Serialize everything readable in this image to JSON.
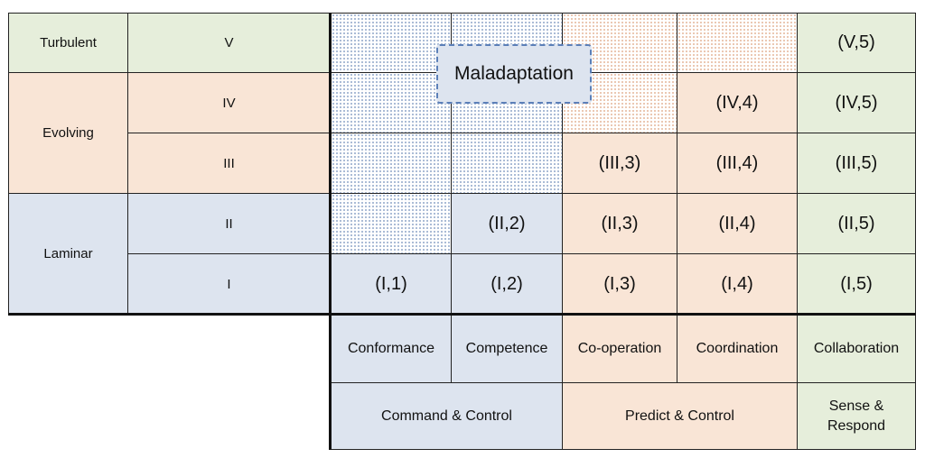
{
  "rows": {
    "turbulent": "Turbulent",
    "evolving": "Evolving",
    "laminar": "Laminar",
    "v": "V",
    "iv": "IV",
    "iii": "III",
    "ii": "II",
    "i": "I"
  },
  "cells": {
    "v5": "(V,5)",
    "iv4": "(IV,4)",
    "iv5": "(IV,5)",
    "iii3": "(III,3)",
    "iii4": "(III,4)",
    "iii5": "(III,5)",
    "ii2": "(II,2)",
    "ii3": "(II,3)",
    "ii4": "(II,4)",
    "ii5": "(II,5)",
    "i1": "(I,1)",
    "i2": "(I,2)",
    "i3": "(I,3)",
    "i4": "(I,4)",
    "i5": "(I,5)"
  },
  "columns": {
    "c1": "Conformance",
    "c2": "Competence",
    "c3": "Co-operation",
    "c4": "Coordination",
    "c5": "Collaboration"
  },
  "groups": {
    "g1": "Command & Control",
    "g2": "Predict & Control",
    "g3a": "Sense &",
    "g3b": "Respond"
  },
  "callout": "Maladaptation",
  "colors": {
    "green": "#e6eedb",
    "peach": "#f9e5d6",
    "blue": "#dde4ef",
    "callout_border": "#5b7fb8"
  }
}
